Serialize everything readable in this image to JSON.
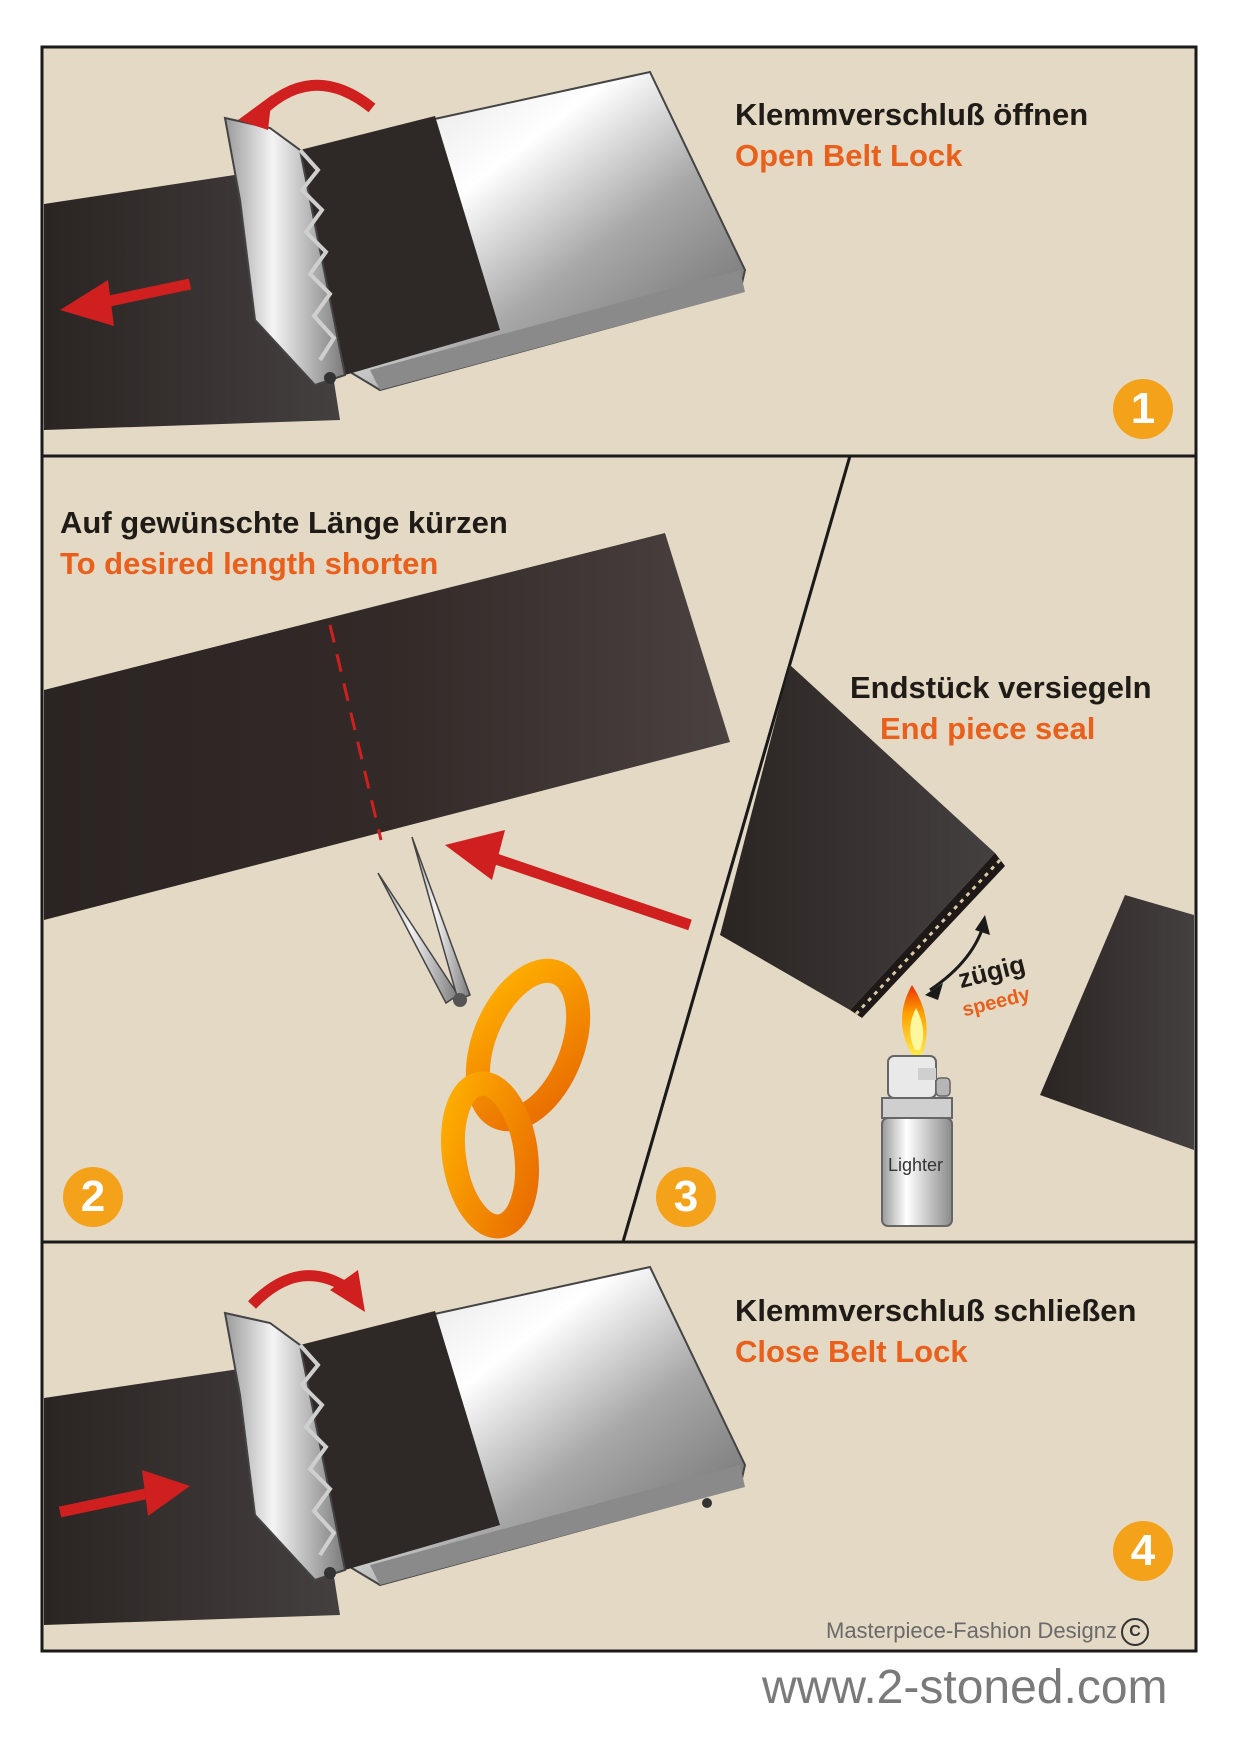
{
  "steps": [
    {
      "number": "1",
      "title_de": "Klemmverschluß öffnen",
      "title_en": "Open Belt Lock"
    },
    {
      "number": "2",
      "title_de": "Auf gewünschte Länge kürzen",
      "title_en": "To desired length shorten"
    },
    {
      "number": "3",
      "title_de": "Endstück versiegeln",
      "title_en": "End piece seal",
      "note_de": "zügig",
      "note_en": "speedy",
      "lighter_label": "Lighter"
    },
    {
      "number": "4",
      "title_de": "Klemmverschluß schließen",
      "title_en": "Close Belt Lock"
    }
  ],
  "credit": "Masterpiece-Fashion Designz",
  "copyright_symbol": "C",
  "website": "www.2-stoned.com",
  "colors": {
    "panel_bg": "#e3d9c5",
    "belt": "#2b2422",
    "accent": "#e8601c",
    "arrow": "#d01f1f",
    "badge": "#f5a21b"
  }
}
